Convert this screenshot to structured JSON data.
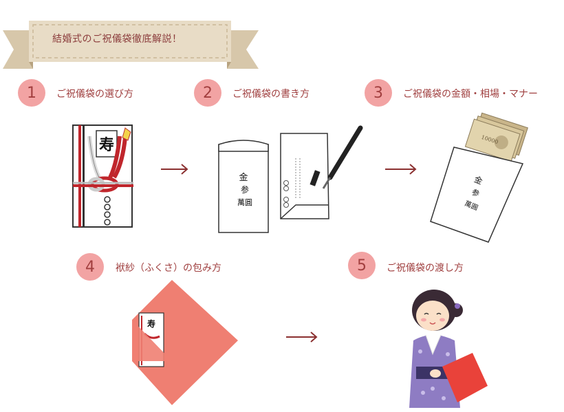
{
  "banner": {
    "title": "結婚式のご祝儀袋徹底解説！"
  },
  "steps": [
    {
      "number": "1",
      "label": "ご祝儀袋の選び方"
    },
    {
      "number": "2",
      "label": "ご祝儀袋の書き方"
    },
    {
      "number": "3",
      "label": "ご祝儀袋の金額・相場・マナー"
    },
    {
      "number": "4",
      "label": "袱紗（ふくさ）の包み方"
    },
    {
      "number": "5",
      "label": "ご祝儀袋の渡し方"
    }
  ],
  "envelope": {
    "kotobuki": "寿",
    "amount_prefix": "金",
    "amount_line1": "参",
    "amount_line2": "萬圓"
  },
  "colors": {
    "accent": "#a04040",
    "badge": "#f2a3a3",
    "furoshiki": "#ef7f72",
    "banner": "#e6d8c2"
  }
}
